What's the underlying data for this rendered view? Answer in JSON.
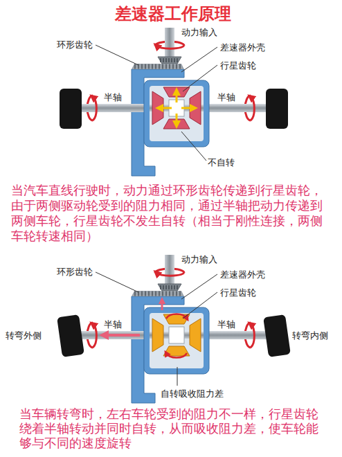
{
  "diagram": {
    "title": "差速器工作原理",
    "labels": [
      "动力输入",
      "环形齿轮",
      "差速器外壳",
      "行星齿轮",
      "半轴",
      "半轴",
      "不自转",
      "当汽车直线行驶时，动力通过环形齿轮传递到行星齿轮，由于两侧驱动轮受到的阻力相同，通过半轴把动力传递到两侧车轮，行星齿轮不发生自转（相当于刚性连接，两侧车轮转速相同）",
      "动力输入",
      "环形齿轮",
      "差速器外壳",
      "行星齿轮",
      "半轴",
      "半轴",
      "转弯外侧",
      "转弯内侧",
      "自转吸收阻力差",
      "当车辆转弯时，左右车轮受到的阻力不一样，行星齿轮绕着半轴转动并同时自转，从而吸收阻力差，使车轮能够与不同的速度旋转"
    ]
  }
}
